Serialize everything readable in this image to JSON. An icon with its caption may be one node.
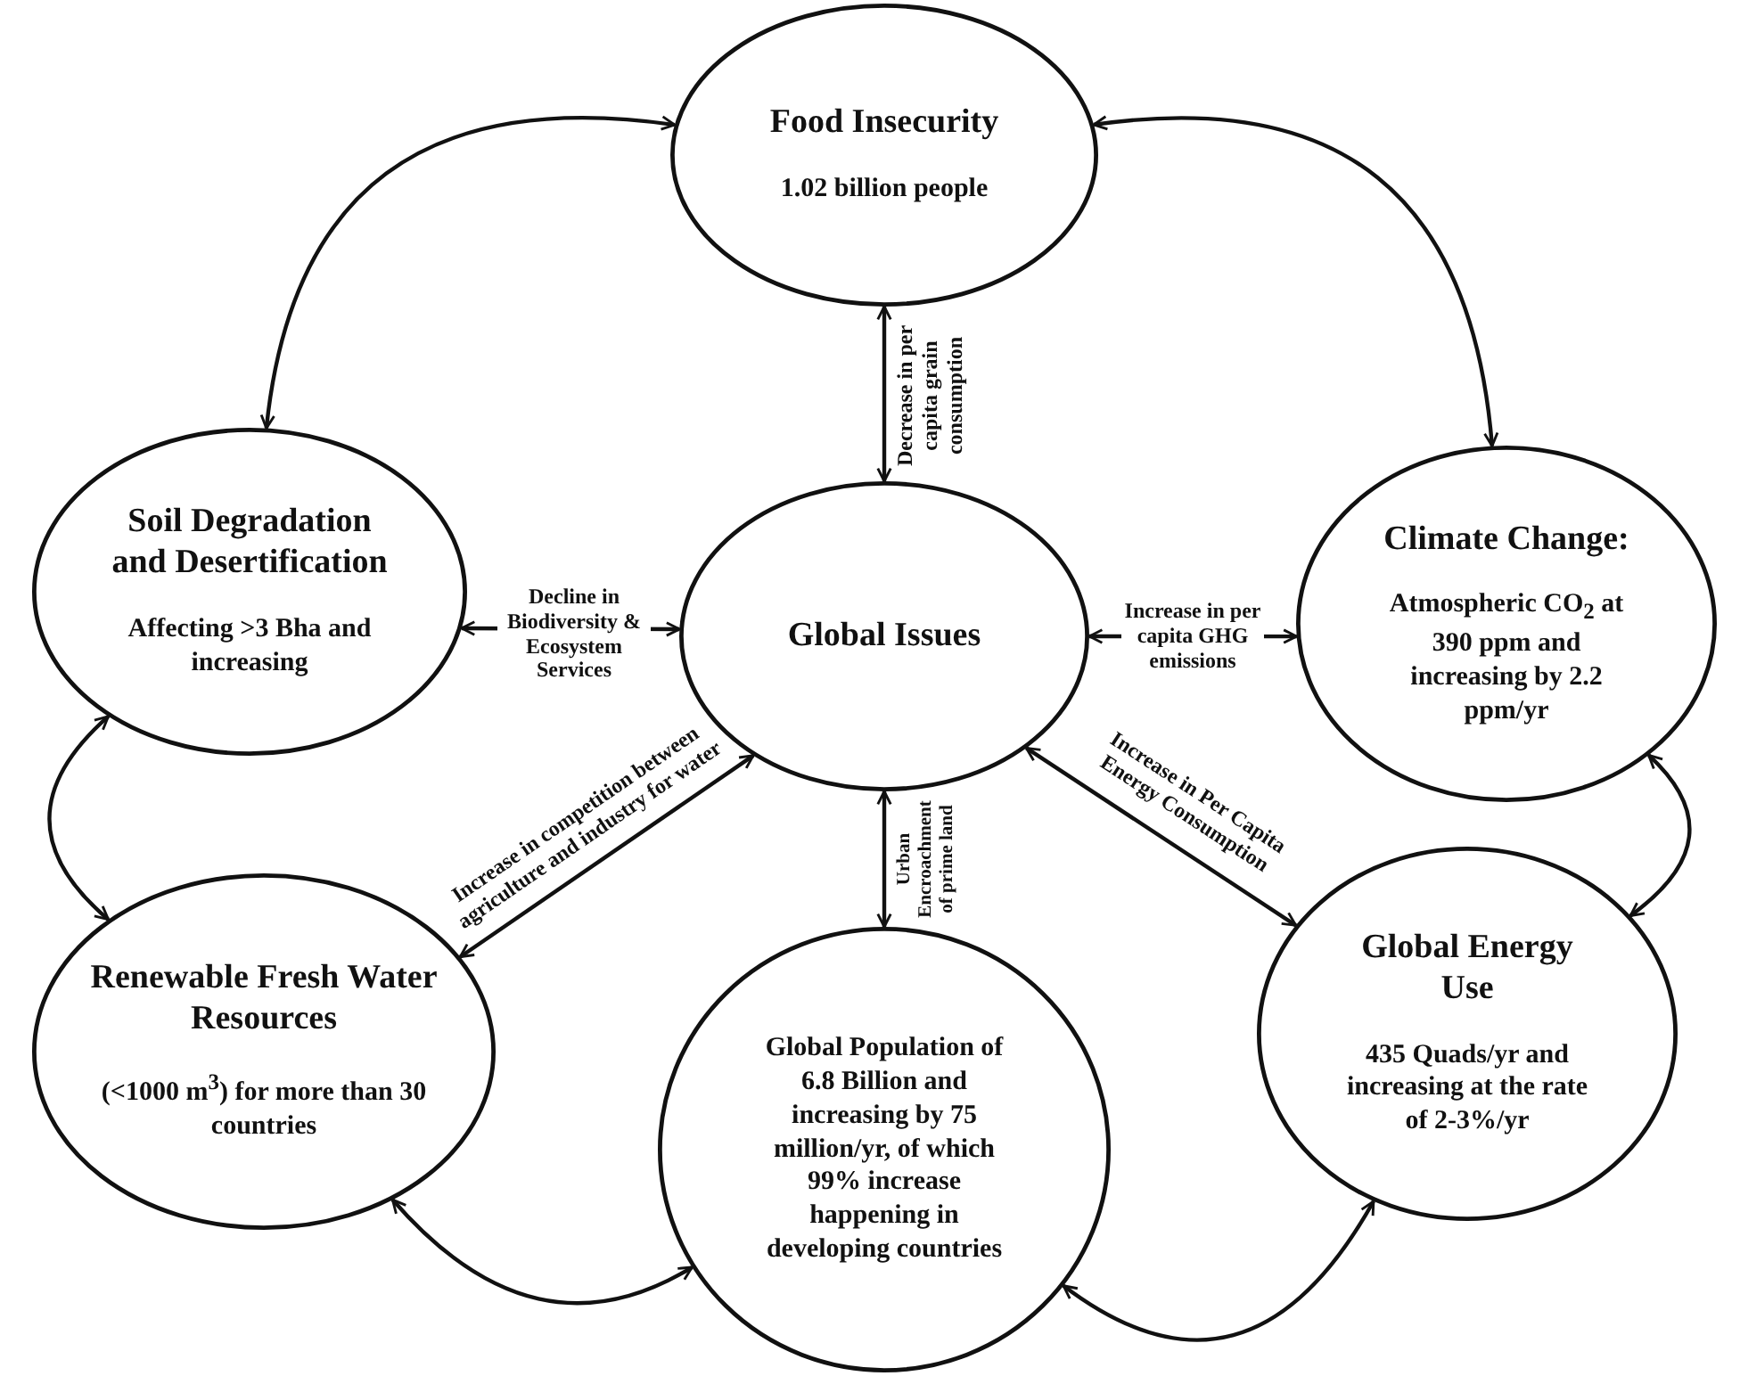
{
  "diagram": {
    "nodes": [
      {
        "text": [
          "Food Insecurity",
          "1.02 billion people"
        ]
      },
      {
        "text": [
          "Soil Degradation and Desertification",
          "Affecting >3 Bha and increasing"
        ]
      },
      {
        "text": [
          "Global Issues"
        ]
      },
      {
        "text": [
          "Climate Change:",
          "Atmospheric CO$_{2}$ at 390 ppm and increasing by 2.2 ppm/yr"
        ]
      },
      {
        "text": [
          "Renewable Fresh Water Resources",
          "(<1000 m$^{3}$) for more than 30 countries"
        ]
      },
      {
        "text": [
          "Global Population of 6.8 Billion and increasing by 75 million/yr, of which 99% increase happening in developing countries"
        ]
      },
      {
        "text": [
          "Global Energy Use",
          "435 Quads/yr and increasing at the rate of 2-3%/yr"
        ]
      }
    ],
    "edges": [
      {
        "from": 0,
        "to": 1,
        "arrow": "both"
      },
      {
        "from": 0,
        "to": 3,
        "arrow": "both"
      },
      {
        "from": 0,
        "to": 2,
        "arrow": "both",
        "label": "Decrease in per capita grain consumption"
      },
      {
        "from": 1,
        "to": 2,
        "arrow": "both",
        "label": "Decline in Biodiversity & Ecosystem Services"
      },
      {
        "from": 2,
        "to": 3,
        "arrow": "both",
        "label": "Increase in per capita GHG emissions"
      },
      {
        "from": 2,
        "to": 4,
        "arrow": "both",
        "label": "Increase in competition between agriculture and industry for water"
      },
      {
        "from": 2,
        "to": 5,
        "arrow": "both",
        "label": "Urban Encroachment of prime land"
      },
      {
        "from": 2,
        "to": 6,
        "arrow": "both",
        "label": "Increase in Per Capita Energy Consumption"
      },
      {
        "from": 1,
        "to": 4,
        "arrow": "both"
      },
      {
        "from": 3,
        "to": 6,
        "arrow": "both"
      },
      {
        "from": 4,
        "to": 5,
        "arrow": "both"
      },
      {
        "from": 5,
        "to": 6,
        "arrow": "both"
      }
    ]
  }
}
